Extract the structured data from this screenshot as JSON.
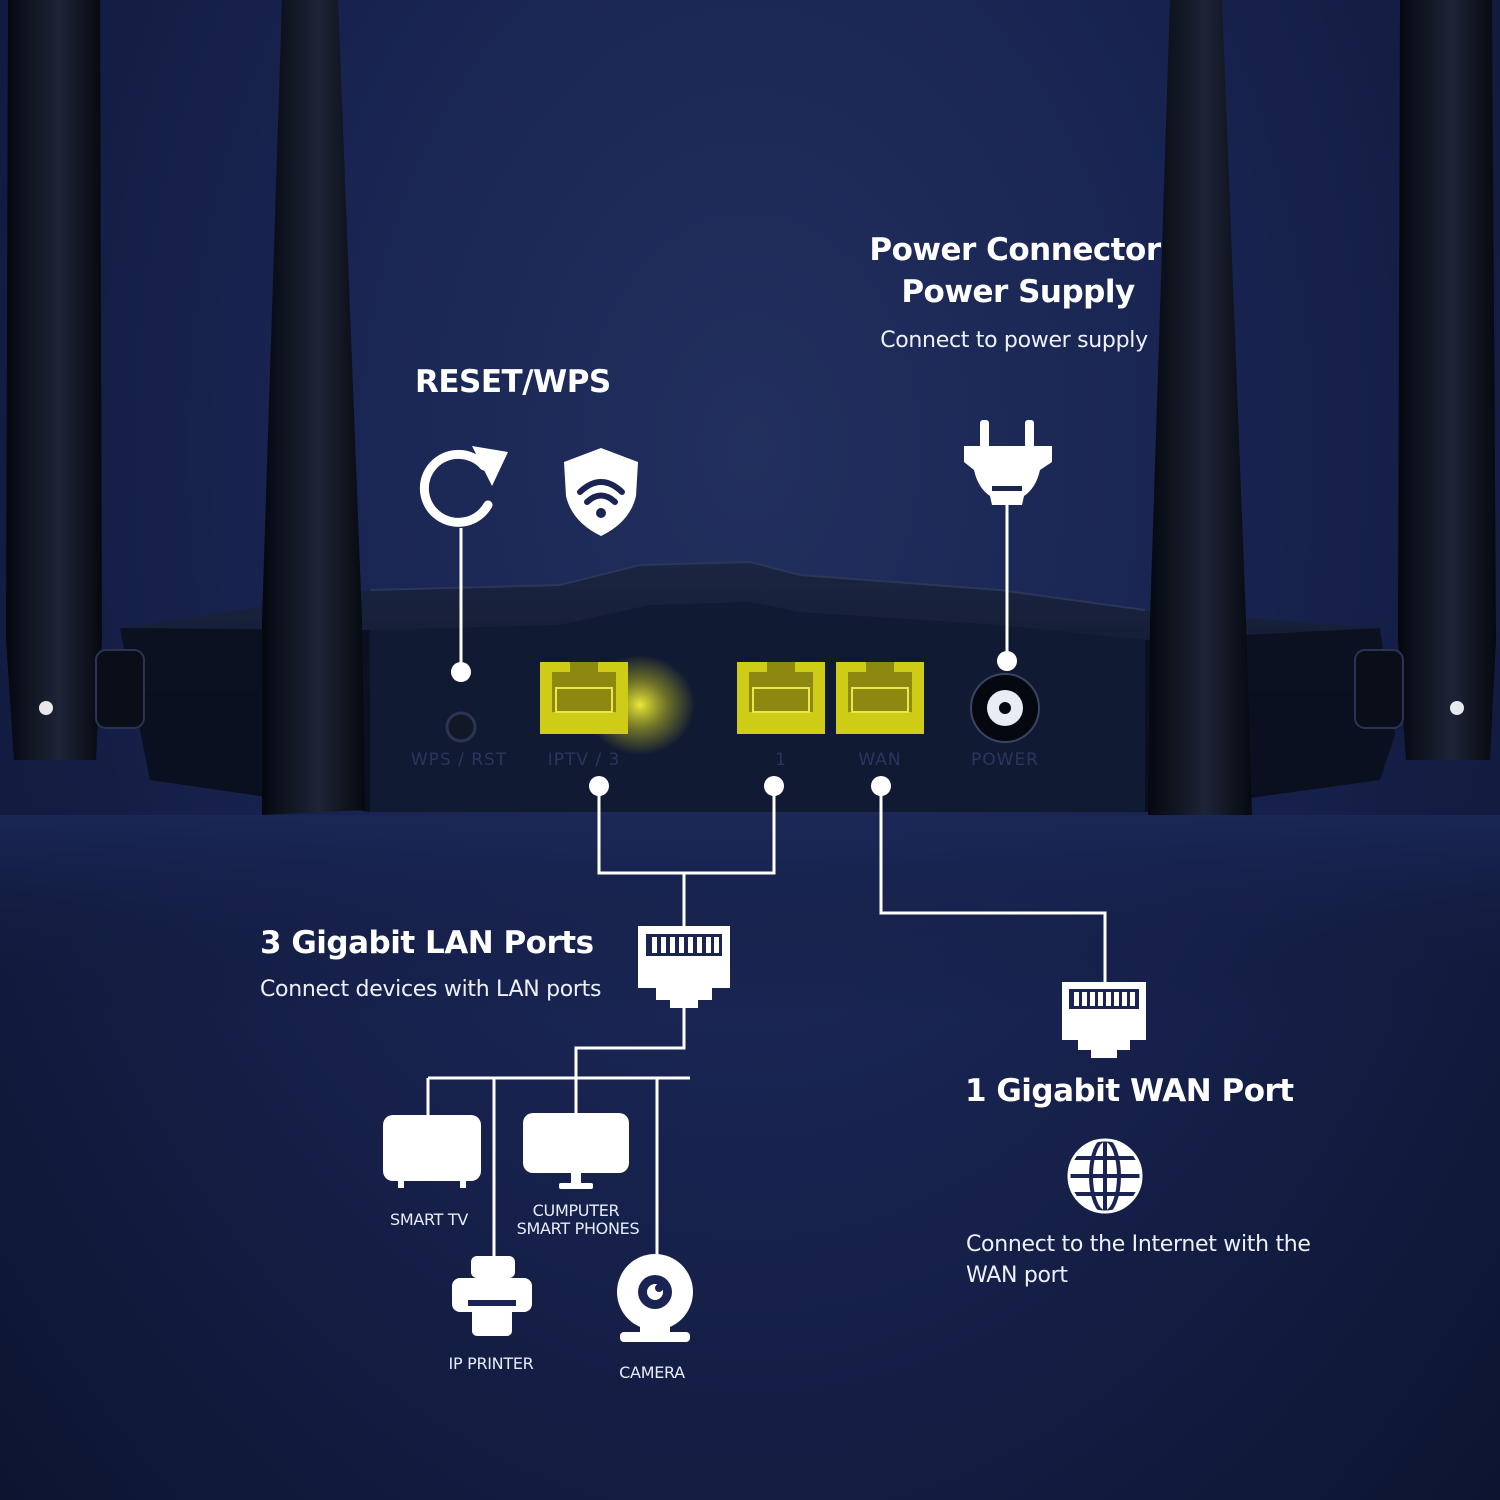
{
  "reset_wps": {
    "title": "RESET/WPS"
  },
  "power": {
    "title_line1": "Power Connector",
    "title_line2": "Power Supply",
    "description": "Connect to power supply"
  },
  "lan": {
    "title": "3 Gigabit LAN Ports",
    "description": "Connect devices with LAN ports"
  },
  "wan": {
    "title": "1 Gigabit WAN Port",
    "description_line1": "Connect to the Internet with the",
    "description_line2": "WAN port"
  },
  "port_labels": {
    "wps_rst": "WPS / RST",
    "iptv": "IPTV / 3",
    "lan1": "1",
    "wan": "WAN",
    "power": "POWER"
  },
  "devices": {
    "smart_tv": "SMART TV",
    "computer_line1": "CUMPUTER",
    "computer_line2": "SMART PHONES",
    "ip_printer": "IP PRINTER",
    "camera": "CAMERA"
  },
  "colors": {
    "background": "#182350",
    "router_body": "#0f1628",
    "port_yellow": "#e6e21a",
    "line": "#ffffff"
  },
  "icons": [
    "reset-icon",
    "wps-shield-icon",
    "power-plug-icon",
    "ethernet-plug-icon",
    "globe-icon",
    "smart-tv-icon",
    "computer-icon",
    "printer-icon",
    "camera-icon"
  ]
}
